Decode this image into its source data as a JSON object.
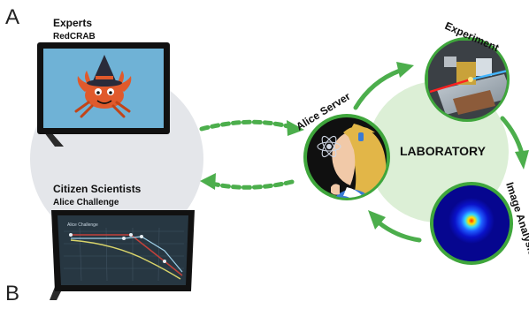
{
  "panel_labels": {
    "a": "A",
    "b": "B"
  },
  "experts": {
    "title": "Experts",
    "subtitle": "RedCRAB"
  },
  "citizens": {
    "title": "Citizen Scientists",
    "subtitle": "Alice Challenge",
    "screen_caption": "Alice Challenge"
  },
  "alice_server": {
    "label": "Alice Server"
  },
  "laboratory": {
    "label": "LABORATORY"
  },
  "experiment": {
    "label": "Experiment"
  },
  "image_analysis": {
    "label": "Image Analysis"
  },
  "colors": {
    "arrow_green": "#4cae4c",
    "ring_green": "#3fa63c",
    "lab_bg": "#dcefd6",
    "left_bg": "#e4e6ea",
    "tablet_frame": "#111111",
    "tablet_screen_top": "#6fb2d6",
    "tablet_screen_bottom": "#273742"
  }
}
